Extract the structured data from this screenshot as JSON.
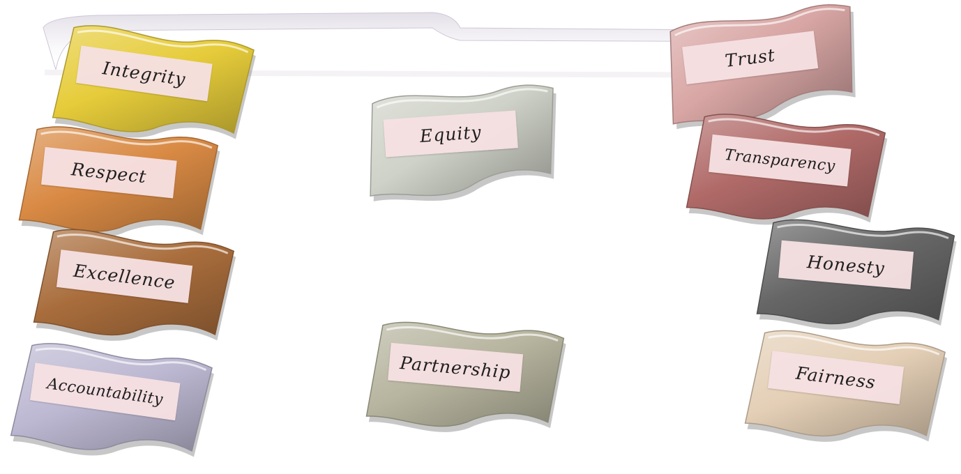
{
  "diagram": {
    "title": "",
    "values": [
      {
        "id": "integrity",
        "label": "Integrity",
        "color": "#e6cc3a"
      },
      {
        "id": "respect",
        "label": "Respect",
        "color": "#d98a44"
      },
      {
        "id": "excellence",
        "label": "Excellence",
        "color": "#a96d3c"
      },
      {
        "id": "accountability",
        "label": "Accountability",
        "color": "#bdb8d2"
      },
      {
        "id": "equity",
        "label": "Equity",
        "color": "#cfd2c8"
      },
      {
        "id": "partnership",
        "label": "Partnership",
        "color": "#b7b59f"
      },
      {
        "id": "trust",
        "label": "Trust",
        "color": "#d8a6a4"
      },
      {
        "id": "transparency",
        "label": "Transparency",
        "color": "#b06a68"
      },
      {
        "id": "honesty",
        "label": "Honesty",
        "color": "#666666"
      },
      {
        "id": "fairness",
        "label": "Fairness",
        "color": "#e4cfb6"
      }
    ]
  }
}
